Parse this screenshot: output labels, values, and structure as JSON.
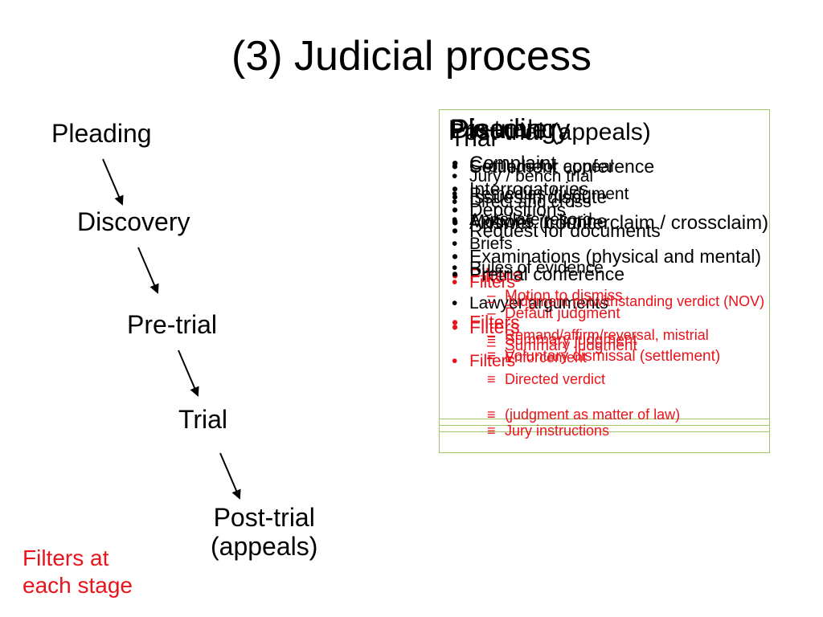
{
  "slide": {
    "title": "(3) Judicial process",
    "stages": [
      "Pleading",
      "Discovery",
      "Pre-trial",
      "Trial",
      "Post-trial",
      "(appeals)"
    ],
    "filters_note": [
      "Filters at",
      "each stage"
    ]
  },
  "panels": {
    "pleading": {
      "title": "Pleading",
      "items": [
        "Complaint",
        "Answer (counterclaim / crossclaim)"
      ],
      "filters_label": "Filters",
      "filters": [
        "Motion to dismiss",
        "Default judgment"
      ]
    },
    "discovery": {
      "title": "Discovery",
      "items": [
        "Interrogatories",
        "Depositions",
        "Request for documents",
        "Examinations (physical and mental)"
      ],
      "filters_label": "Filters",
      "filters": [
        "Summary judgment",
        "Voluntary dismissal (settlement)"
      ]
    },
    "pretrial": {
      "title": "Pre-trial",
      "items": [
        "Settlement conference",
        "Issues in dispute",
        "Motions in limine",
        "Pretrial conference"
      ],
      "filters_label": "Filters",
      "filters": [
        "Summary judgment"
      ]
    },
    "trial": {
      "title": "Trial",
      "items": [
        "Jury / bench trial",
        "Direct and cross",
        "Rules of evidence",
        "Lawyer arguments"
      ],
      "filters_label": "Filters",
      "filters": [
        "Directed verdict",
        "(judgment as matter of law)",
        "Jury instructions"
      ]
    },
    "posttrial": {
      "title": "Post-trial (appeals)",
      "items": [
        "Grounds for appeal",
        "Remedies / judgment",
        "Appellate record",
        "Briefs"
      ],
      "filters_label": "Filters",
      "filters": [
        "Judgment notwithstanding verdict (NOV)",
        "Remand/affirm/reversal, mistrial",
        "Enforcement"
      ]
    }
  }
}
